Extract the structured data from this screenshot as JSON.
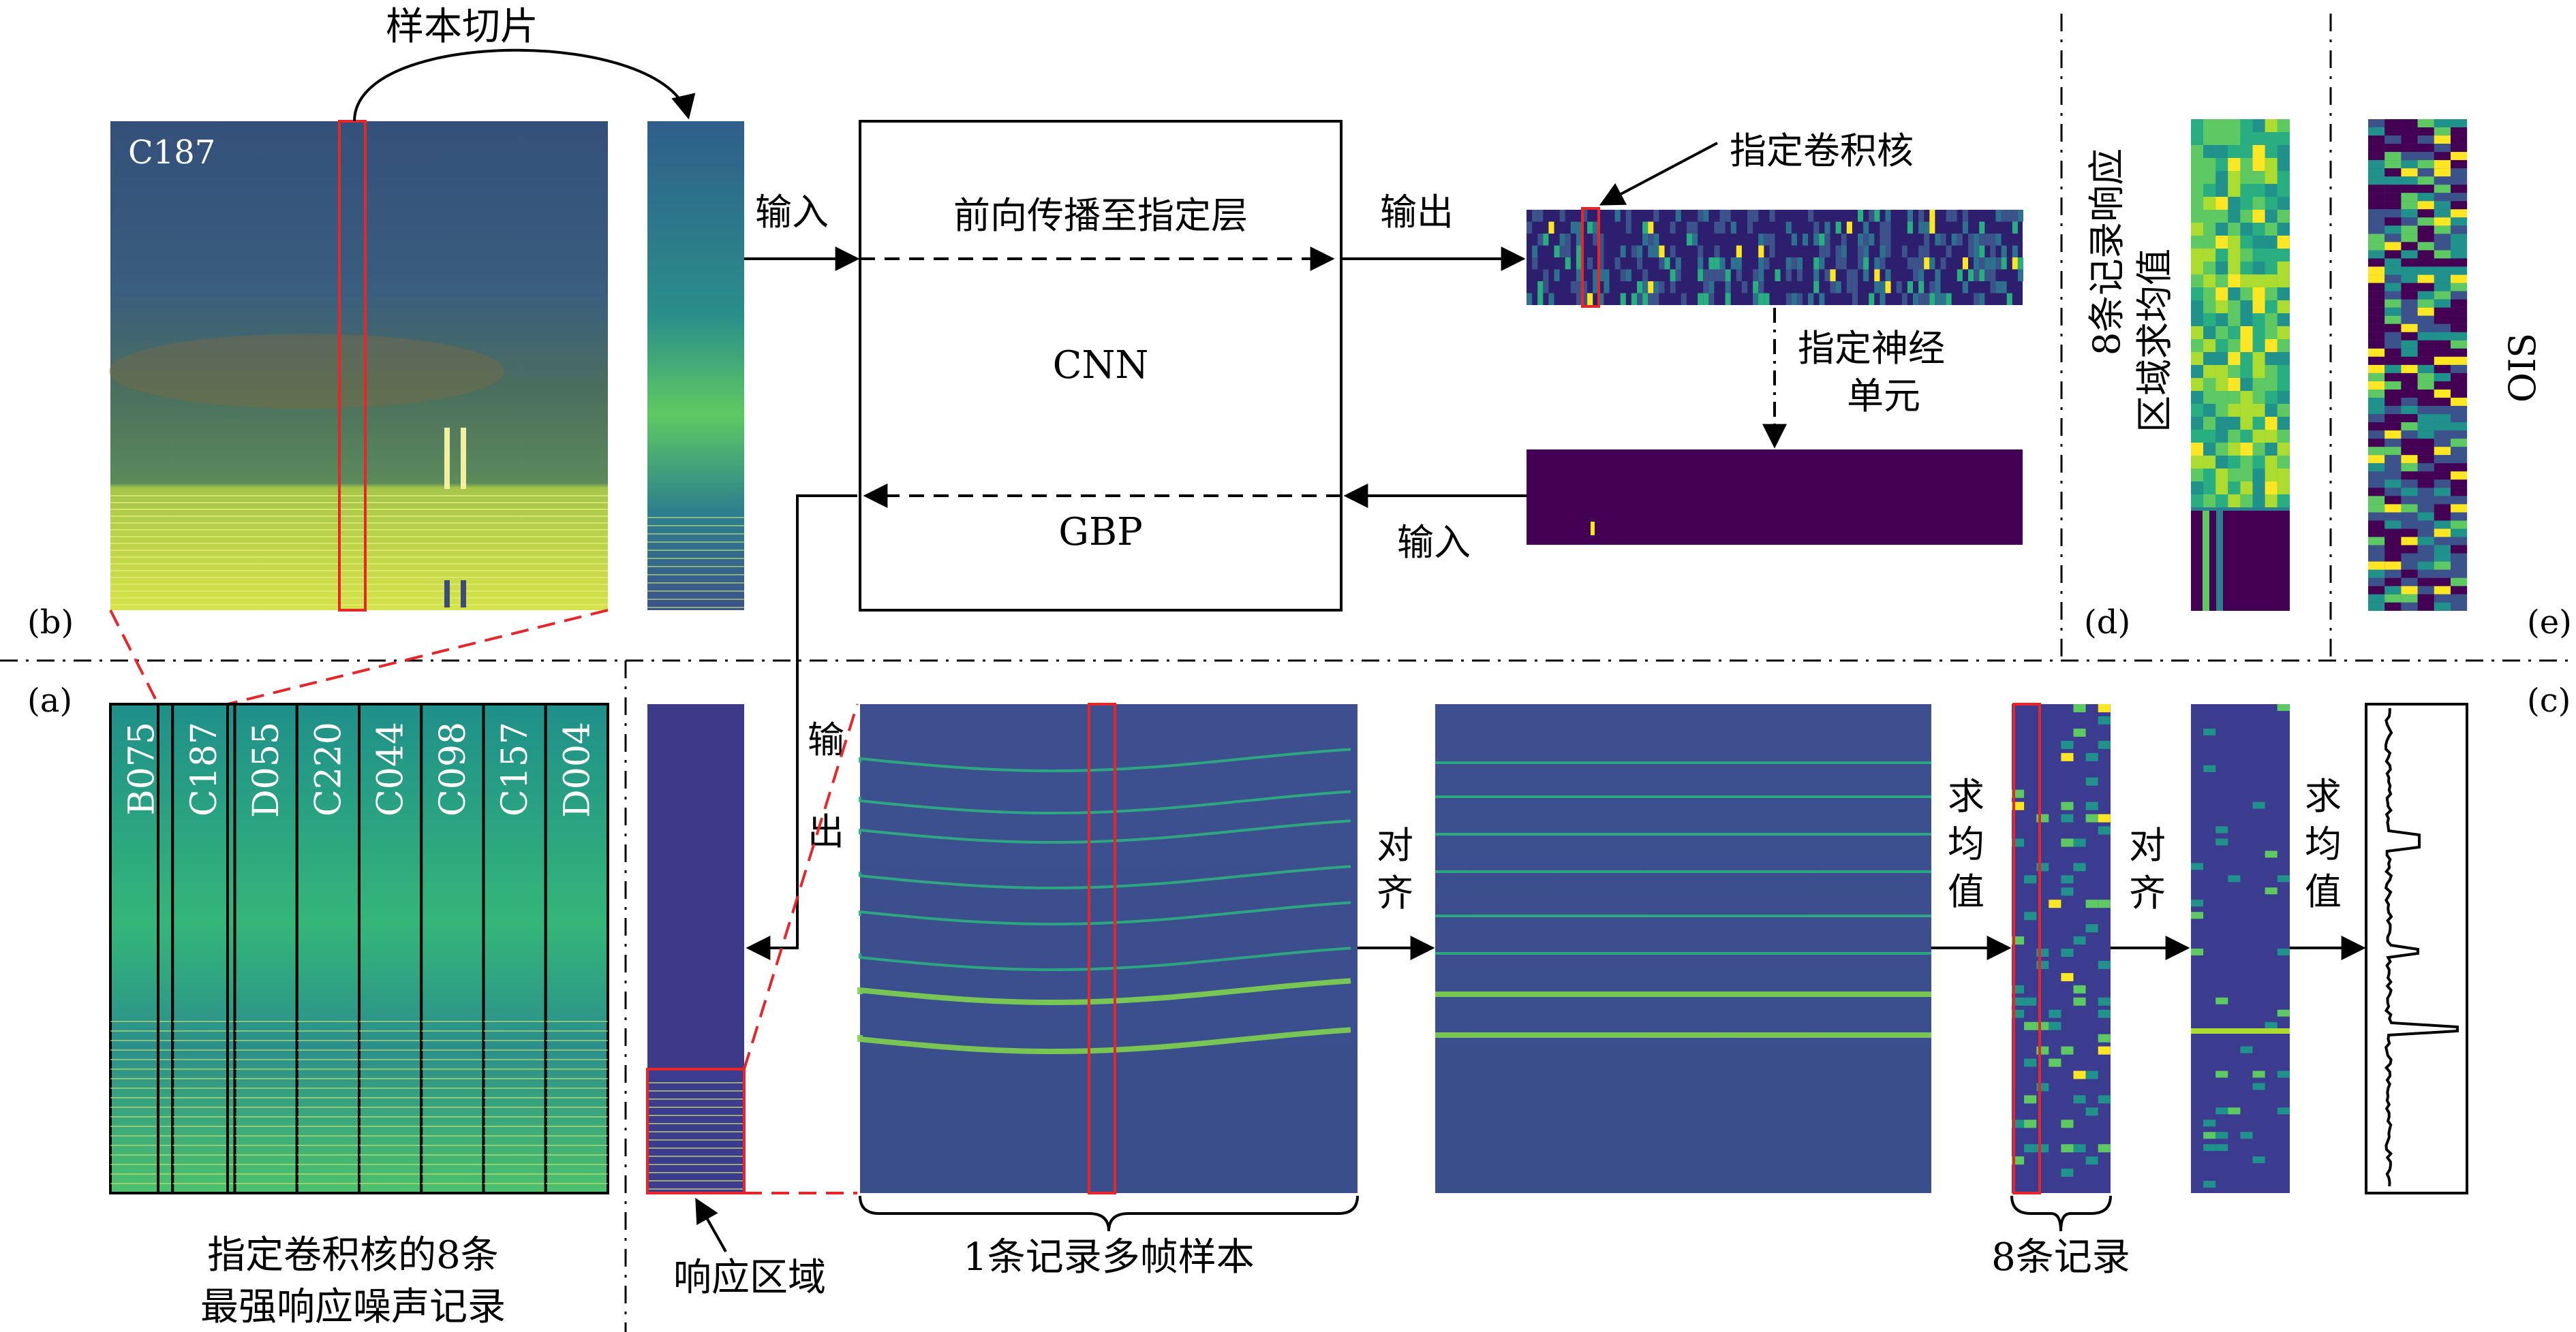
{
  "panels": {
    "a": "(a)",
    "b": "(b)",
    "c": "(c)",
    "d": "(d)",
    "e": "(e)"
  },
  "texts": {
    "sample_slice": "样本切片",
    "spectrogram_id": "C187",
    "input_1": "输入",
    "forward": "前向传播至指定层",
    "cnn": "CNN",
    "gbp": "GBP",
    "output_1": "输出",
    "kernel": "指定卷积核",
    "neuron_line1": "指定神经",
    "neuron_line2": "单元",
    "input_2": "输入",
    "output_2_line1": "输",
    "output_2_line2": "出",
    "response_region": "响应区域",
    "multi_frame": "1条记录多帧样本",
    "align_1_line1": "对",
    "align_1_line2": "齐",
    "mean_1_line1": "求",
    "mean_1_line2": "均",
    "mean_1_line3": "值",
    "align_2_line1": "对",
    "align_2_line2": "齐",
    "mean_2_line1": "求",
    "mean_2_line2": "均",
    "mean_2_line3": "值",
    "eight_records": "8条记录",
    "d_label_col1": "8条记录响应",
    "d_label_col2": "区域求均值",
    "ois": "OIS",
    "a_caption_line1": "指定卷积核的8条",
    "a_caption_line2": "最强响应噪声记录"
  },
  "records": [
    "B075",
    "C187",
    "D055",
    "C220",
    "C044",
    "C098",
    "C157",
    "D004"
  ],
  "colors": {
    "viridis_dark": "#440154",
    "viridis_navy": "#3b3b8f",
    "viridis_teal": "#21918c",
    "viridis_green": "#5ec962",
    "viridis_yellow": "#fde725",
    "highlight_red": "#e8262a"
  }
}
